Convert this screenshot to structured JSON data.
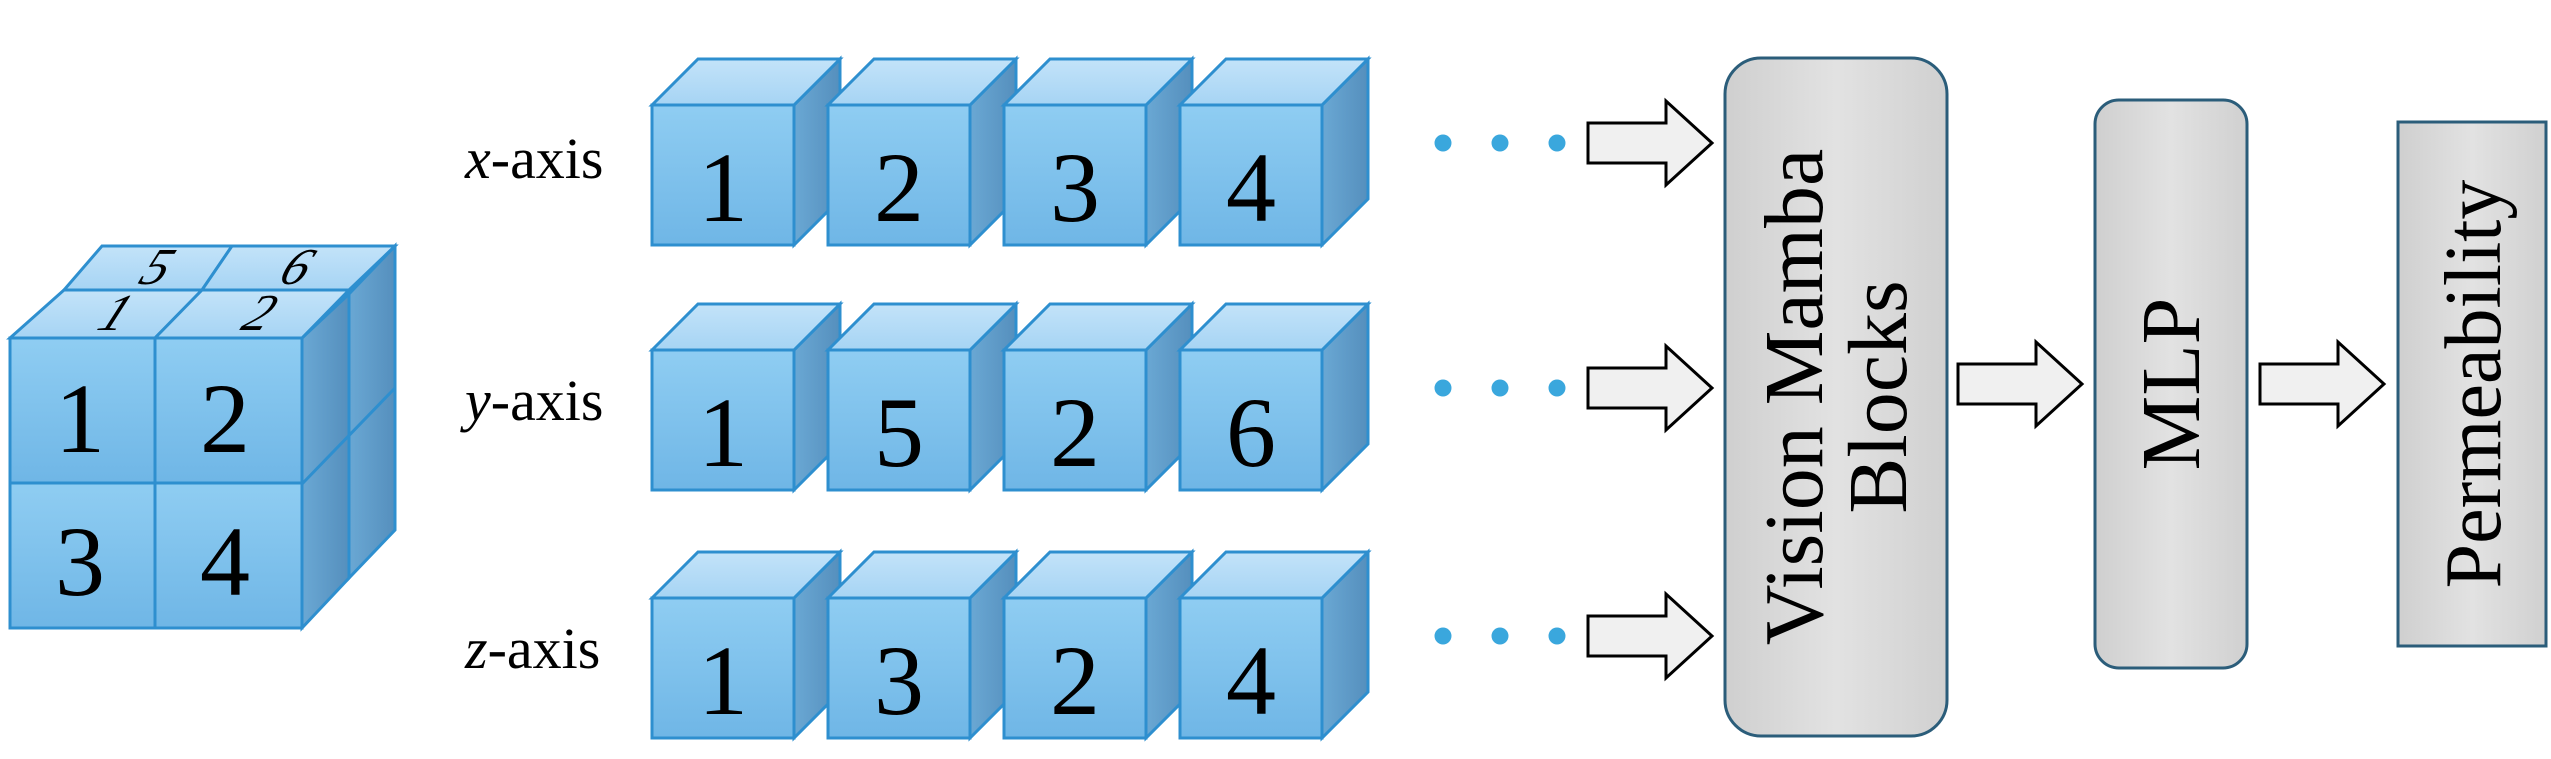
{
  "big_cube": {
    "front_numbers": [
      "1",
      "2",
      "3",
      "4"
    ],
    "top_back_numbers": [
      "5",
      "6"
    ],
    "top_front_numbers": [
      "1",
      "2"
    ]
  },
  "sequences": [
    {
      "axis_letter": "x",
      "axis_suffix": "-axis",
      "cubes": [
        "1",
        "2",
        "3",
        "4"
      ]
    },
    {
      "axis_letter": "y",
      "axis_suffix": "-axis",
      "cubes": [
        "1",
        "5",
        "2",
        "6"
      ]
    },
    {
      "axis_letter": "z",
      "axis_suffix": "-axis",
      "cubes": [
        "1",
        "3",
        "2",
        "4"
      ]
    }
  ],
  "blocks": {
    "vision_mamba_line1": "Vision Mamba",
    "vision_mamba_line2": "Blocks",
    "mlp": "MLP",
    "permeability": "Permeability"
  },
  "colors": {
    "cube_front": "#7ec2ec",
    "cube_top": "#aed8f5",
    "cube_side": "#5f9fcb",
    "cube_edge": "#2e8fcf",
    "dots": "#3aa7dd",
    "block_fill": "#d9d9d9",
    "arrow_fill": "#f0f0f0"
  }
}
